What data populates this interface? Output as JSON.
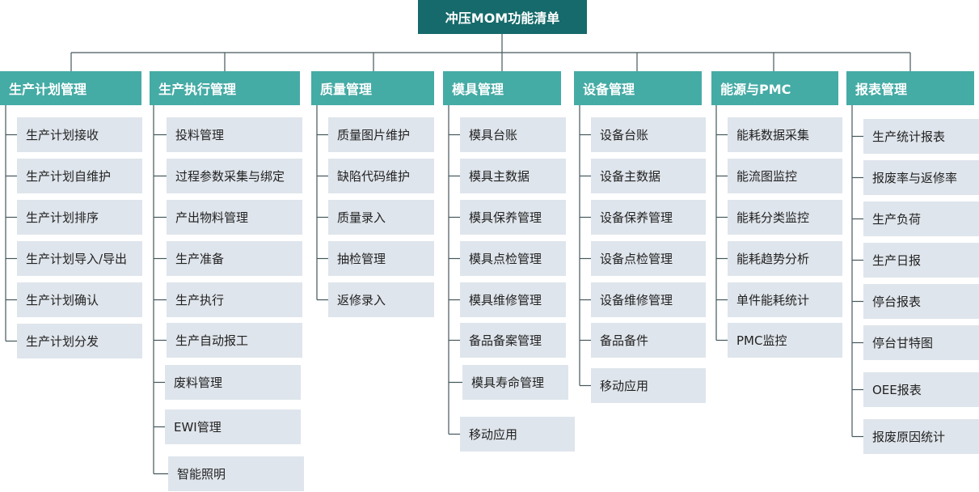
{
  "colors": {
    "root": "#166a6b",
    "header": "#45aba5",
    "item": "#dfe5ec",
    "line": "#45585c"
  },
  "title": "冲压MOM功能清单",
  "columns": [
    {
      "label": "生产计划管理",
      "items": [
        "生产计划接收",
        "生产计划自维护",
        "生产计划排序",
        "生产计划导入/导出",
        "生产计划确认",
        "生产计划分发"
      ]
    },
    {
      "label": "生产执行管理",
      "items": [
        "投料管理",
        "过程参数采集与绑定",
        "产出物料管理",
        "生产准备",
        "生产执行",
        "生产自动报工",
        "废料管理",
        "EWI管理",
        "智能照明"
      ]
    },
    {
      "label": "质量管理",
      "items": [
        "质量图片维护",
        "缺陷代码维护",
        "质量录入",
        "抽检管理",
        "返修录入"
      ]
    },
    {
      "label": "模具管理",
      "items": [
        "模具台账",
        "模具主数据",
        "模具保养管理",
        "模具点检管理",
        "模具维修管理",
        "备品备案管理",
        "模具寿命管理",
        "移动应用"
      ]
    },
    {
      "label": "设备管理",
      "items": [
        "设备台账",
        "设备主数据",
        "设备保养管理",
        "设备点检管理",
        "设备维修管理",
        "备品备件",
        "移动应用"
      ]
    },
    {
      "label": "能源与PMC",
      "items": [
        "能耗数据采集",
        "能流图监控",
        "能耗分类监控",
        "能耗趋势分析",
        "单件能耗统计",
        "PMC监控"
      ]
    },
    {
      "label": "报表管理",
      "items": [
        "生产统计报表",
        "报废率与返修率",
        "生产负荷",
        "生产日报",
        "停台报表",
        "停台甘特图",
        "OEE报表",
        "报废原因统计"
      ]
    }
  ]
}
